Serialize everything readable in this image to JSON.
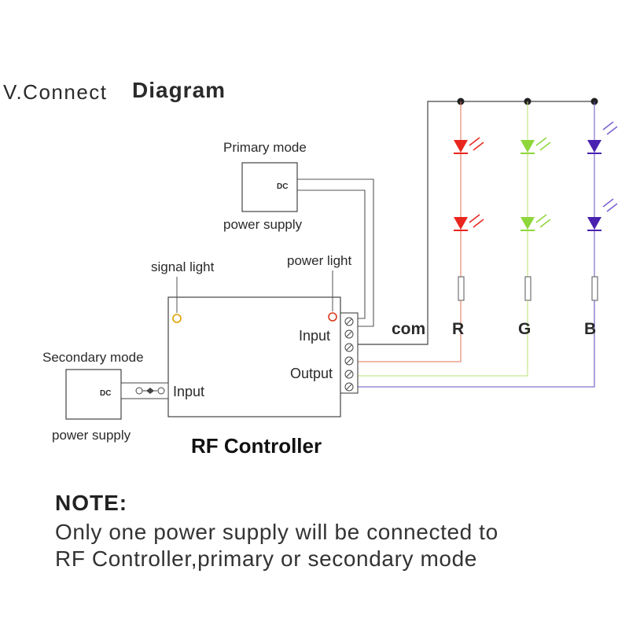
{
  "title": {
    "part1": "V.Connect",
    "part2": "Diagram"
  },
  "primary_supply": {
    "top_label": "Primary mode",
    "bottom_label": "power supply",
    "connector": "DC"
  },
  "secondary_supply": {
    "top_label": "Secondary mode",
    "bottom_label": "power supply",
    "connector": "DC"
  },
  "controller": {
    "name": "RF Controller",
    "signal_light": "signal light",
    "power_light": "power light",
    "input_terminal_label": "Input",
    "output_terminal_label": "Output",
    "dc_input_label": "Input"
  },
  "channels": {
    "com": "com",
    "r": "R",
    "g": "G",
    "b": "B"
  },
  "colors": {
    "red": "#e8261e",
    "green": "#8ed63a",
    "blue": "#4a22b0",
    "wire": "#555555",
    "red_wire": "#e07050",
    "green_wire": "#b8e070",
    "blue_wire": "#6a50c0"
  },
  "note": {
    "heading": "NOTE:",
    "line1": "Only one power supply will be connected to",
    "line2": "RF Controller,primary or secondary mode"
  }
}
